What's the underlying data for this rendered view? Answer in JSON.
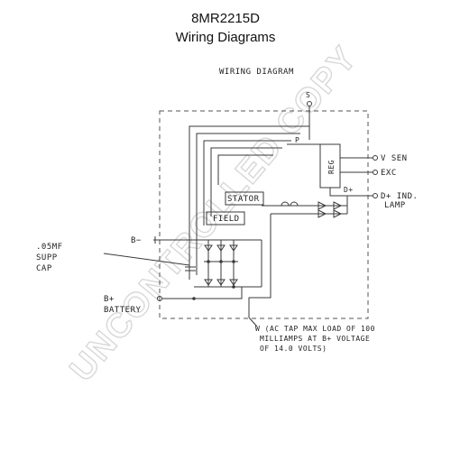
{
  "header": {
    "part_number": "8MR2215D",
    "subtitle": "Wiring Diagrams"
  },
  "diagram": {
    "title": "WIRING DIAGRAM",
    "labels": {
      "terminal_s": "S",
      "terminal_p": "P",
      "reg": "REG",
      "v_sen": "V SEN",
      "exc": "EXC",
      "d_plus": "D+",
      "d_plus_ind": "D+ IND.",
      "lamp": "LAMP",
      "stator": "STATOR",
      "field": "FIELD",
      "b_minus": "B−",
      "cap_1": ".05MF",
      "cap_2": "SUPP",
      "cap_3": "CAP",
      "b_plus": "B+",
      "battery": "BATTERY",
      "note_1": "W (AC TAP MAX LOAD OF 100",
      "note_2": "MILLIAMPS AT B+ VOLTAGE",
      "note_3": "OF 14.0 VOLTS)"
    }
  },
  "watermark": "UNCONTROLLED COPY",
  "colors": {
    "line": "#3a3a3a",
    "dash": "#555555",
    "watermark": "#d8d8d8"
  }
}
